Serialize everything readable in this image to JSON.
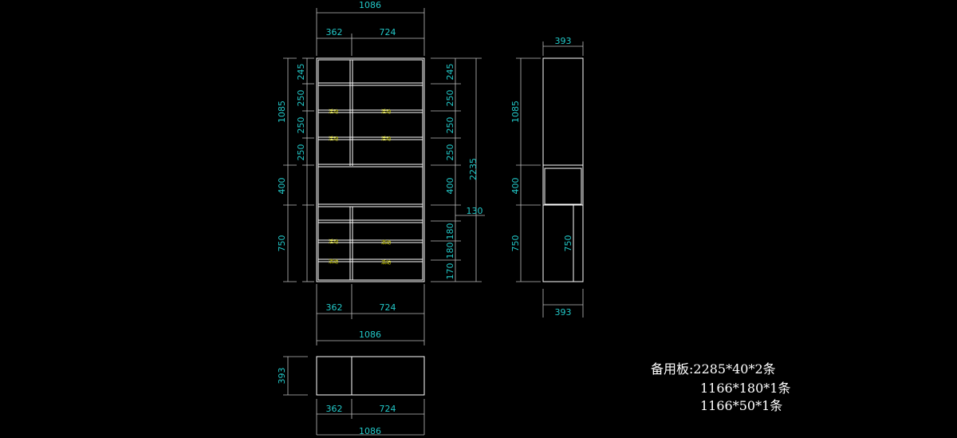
{
  "colors": {
    "background": "#000000",
    "lines": "#ffffff",
    "dimensions": "#22c8c8",
    "tags": "#e6e600"
  },
  "front_view": {
    "dims": {
      "total_width": "1086",
      "left_width": "362",
      "right_width": "724",
      "bottom_total": "1086",
      "bottom_left": "362",
      "bottom_right": "724",
      "left_245": "245",
      "left_250a": "250",
      "left_250b": "250",
      "left_250c": "250",
      "left_1085": "1085",
      "left_400": "400",
      "left_750": "750",
      "right_245": "245",
      "right_250a": "250",
      "right_250b": "250",
      "right_250c": "250",
      "right_400": "400",
      "right_180a": "180",
      "right_180b": "180",
      "right_170": "170",
      "right_2235": "2235",
      "right_130": "130"
    },
    "tags": [
      "活动",
      "活动",
      "活动",
      "活动",
      "活动",
      "活动",
      "活动",
      "活动"
    ]
  },
  "side_view": {
    "dims": {
      "top_393": "393",
      "bottom_393": "393",
      "d_1085": "1085",
      "d_400": "400",
      "d_750": "750",
      "d_750_inner": "750"
    }
  },
  "plan_view": {
    "dims": {
      "depth": "393",
      "left": "362",
      "right": "724",
      "total": "1086"
    }
  },
  "spare_notes": {
    "line1": "备用板:2285*40*2条",
    "line2": "1166*180*1条",
    "line3": "1166*50*1条"
  }
}
